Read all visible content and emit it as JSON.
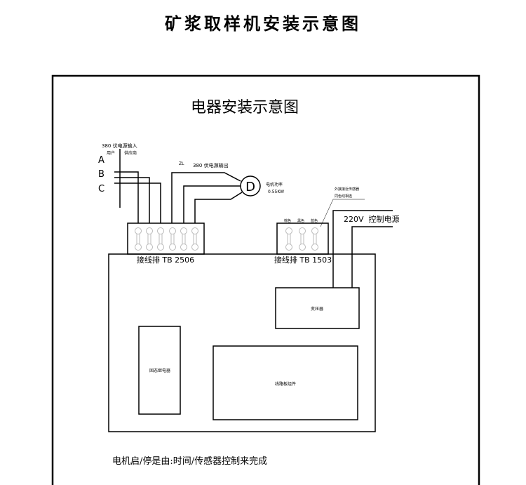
{
  "title": "矿浆取样机安装示意图",
  "subtitle": "电器安装示意图",
  "power_input": {
    "label": "380 伏电源输入",
    "user": "用户",
    "supplier": "供应商",
    "phases": [
      "A",
      "B",
      "C"
    ]
  },
  "power_output": {
    "zl": "ZL",
    "label": "380 伏电源输出"
  },
  "motor": {
    "symbol": "D",
    "power_label": "电机功率",
    "power_value": "0.55KW"
  },
  "sensor_note": [
    "外接接近传感器",
    "同色线相连"
  ],
  "tb1503_colors": [
    "棕色",
    "黑色",
    "蓝色"
  ],
  "control_power": "220V  控制电源",
  "tb2506_label": "接线排 TB 2506",
  "tb1503_label": "接线排 TB 1503",
  "transformer": "变压器",
  "relay": "固态继电器",
  "board": "线路板组件",
  "footer": "电机启/停是由:时间/传感器控制来完成"
}
